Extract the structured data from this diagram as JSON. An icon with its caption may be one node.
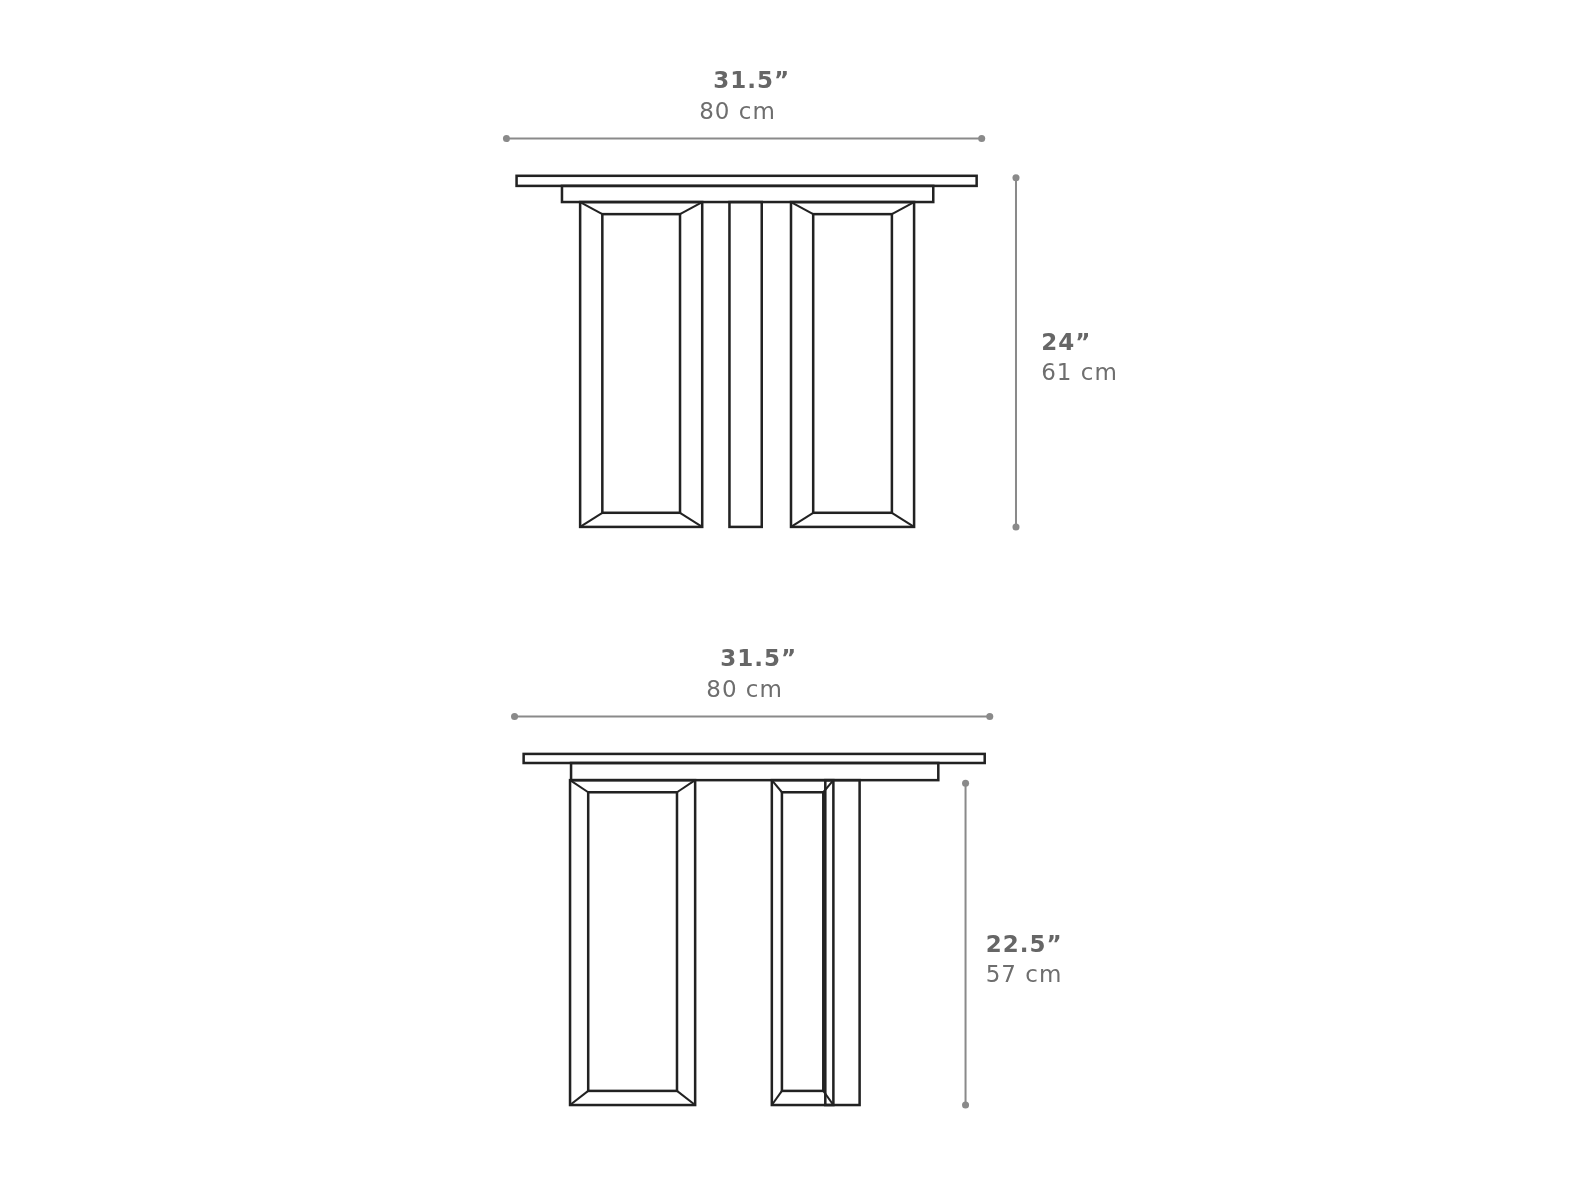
{
  "diagram": {
    "labels": [
      "31.5”",
      "80 cm",
      "24”",
      "61 cm",
      "31.5”",
      "80 cm",
      "22.5”",
      "57 cm"
    ]
  }
}
